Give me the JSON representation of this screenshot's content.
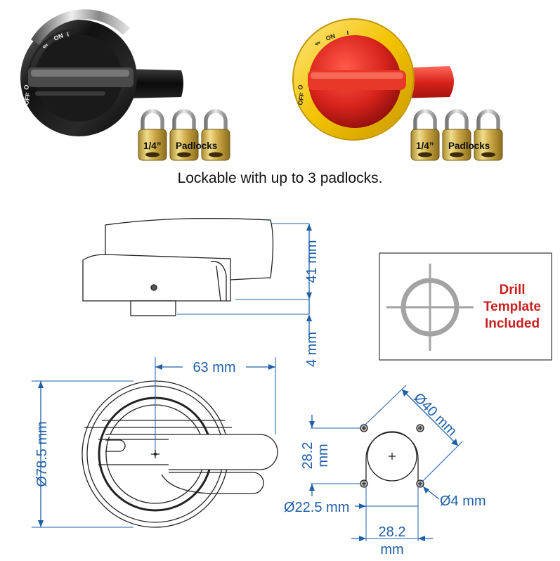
{
  "caption": "Lockable with up to 3 padlocks.",
  "padlock_label": {
    "size": "1/4”",
    "word": "Padlocks"
  },
  "dial_labels": {
    "on": "ON",
    "off": "OFF",
    "one": "I",
    "zero": "O",
    "arrow": "⇦"
  },
  "dimensions": {
    "height": "41 mm",
    "gap": "4 mm",
    "handle_length": "63 mm",
    "diameter": "Ø78.5 mm",
    "bolt_circle": "Ø40 mm",
    "hole_spacing_vertical": [
      "28.2",
      "mm"
    ],
    "center_hole": "Ø22.5 mm",
    "screw_hole": "Ø4 mm",
    "hole_spacing_horizontal": [
      "28.2",
      "mm"
    ]
  },
  "drill_template": {
    "lines": [
      "Drill",
      "Template",
      "Included"
    ]
  },
  "colors": {
    "dimension": "#1f5fa8",
    "drill_text": "#c8201e",
    "red_handle": "#d8231c",
    "yellow_ring": "#f2c300"
  }
}
